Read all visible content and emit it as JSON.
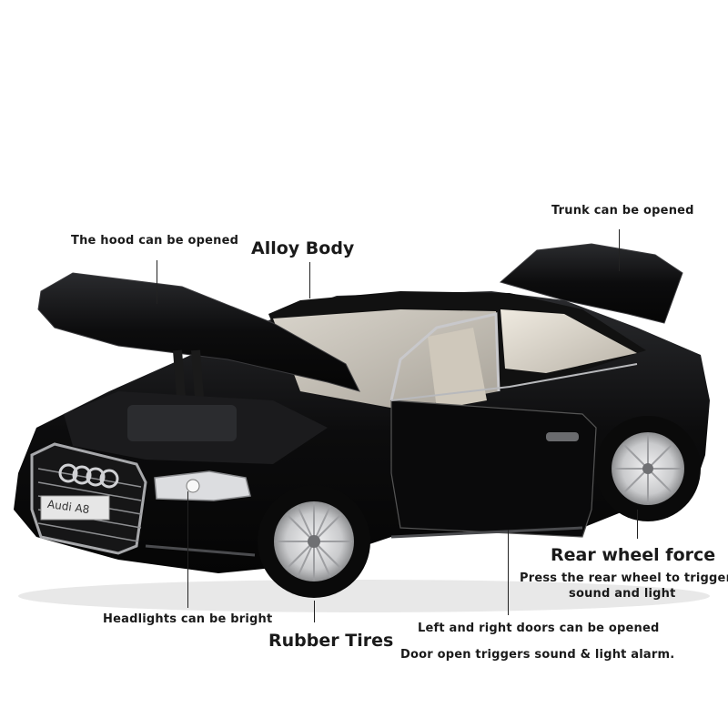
{
  "labels": {
    "hood": "The hood can be opened",
    "alloy": "Alloy Body",
    "trunk": "Trunk can be opened",
    "rear_wheel_title": "Rear wheel force",
    "rear_wheel_line1": "Press the rear wheel to trigger",
    "rear_wheel_line2": "sound and light",
    "headlights": "Headlights can be bright",
    "tires": "Rubber Tires",
    "doors": "Left and right doors can be opened",
    "door_alarm": "Door open triggers sound & light alarm."
  },
  "badge": {
    "text": "Audi A8"
  },
  "colors": {
    "body": "#0b0b0c",
    "interior": "#d8d2c6",
    "wheel": "#d9dadc",
    "text": "#1a1a1a"
  }
}
